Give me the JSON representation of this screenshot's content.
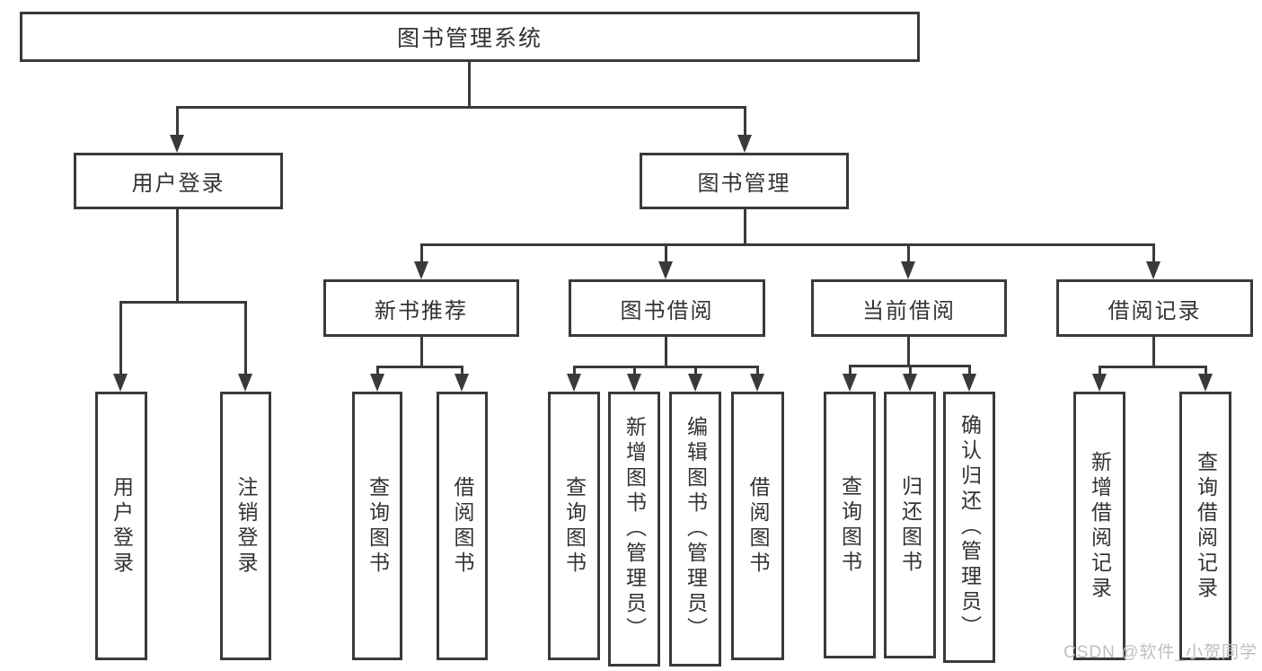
{
  "tree": {
    "root": "图书管理系统",
    "children": [
      {
        "label": "用户登录",
        "children": [
          "用户登录",
          "注销登录"
        ]
      },
      {
        "label": "图书管理",
        "children": [
          {
            "label": "新书推荐",
            "children": [
              "查询图书",
              "借阅图书"
            ]
          },
          {
            "label": "图书借阅",
            "children": [
              "查询图书",
              "新增图书（管理员）",
              "编辑图书（管理员）",
              "借阅图书"
            ]
          },
          {
            "label": "当前借阅",
            "children": [
              "查询图书",
              "归还图书",
              "确认归还（管理员）"
            ]
          },
          {
            "label": "借阅记录",
            "children": [
              "新增借阅记录",
              "查询借阅记录"
            ]
          }
        ]
      }
    ]
  },
  "watermark": "CSDN @软件_小贺同学",
  "colors": {
    "line": "#3a3a3a",
    "text": "#333333",
    "watermark": "#bfbfbf",
    "background": "#ffffff"
  }
}
